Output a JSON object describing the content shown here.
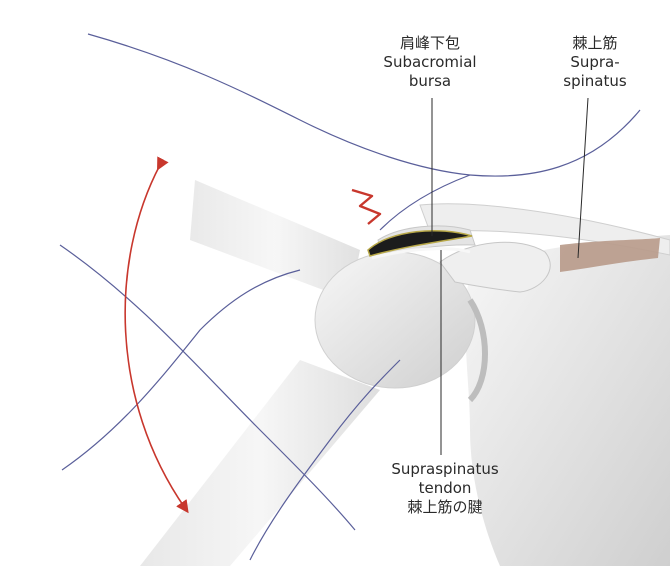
{
  "labels": {
    "bursa": {
      "jp": "肩峰下包",
      "en1": "Subacromial",
      "en2": "bursa"
    },
    "supraspinatus": {
      "jp": "棘上筋",
      "en1": "Supra-",
      "en2": "spinatus"
    },
    "tendon": {
      "en1": "Supraspinatus",
      "en2": "tendon",
      "jp": "棘上筋の腱"
    }
  },
  "colors": {
    "arrow": "#c8372d",
    "outline": "#5a5f9a",
    "bone_light": "#f3f3f3",
    "bone_shade": "#c9c9c9",
    "bursa": "#1c1c1c",
    "muscle": "#b89a8a"
  }
}
